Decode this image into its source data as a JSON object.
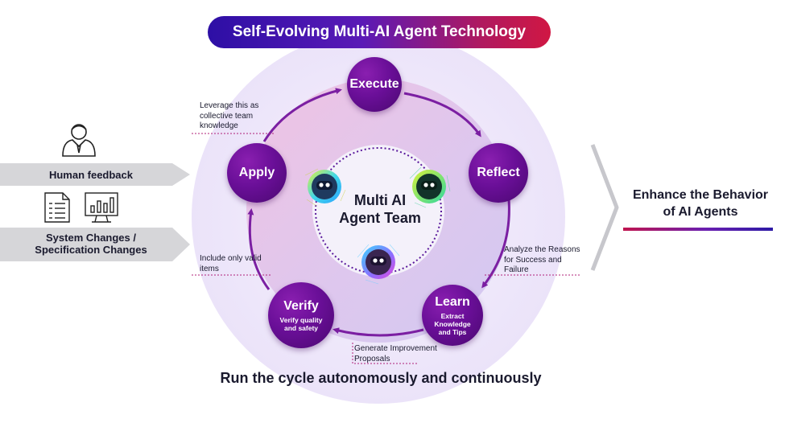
{
  "title": "Self-Evolving Multi-AI Agent Technology",
  "center_label_line1": "Multi AI",
  "center_label_line2": "Agent Team",
  "nodes": {
    "execute": {
      "label": "Execute"
    },
    "reflect": {
      "label": "Reflect"
    },
    "learn": {
      "label": "Learn",
      "sub": "Extract Knowledge and Tips"
    },
    "verify": {
      "label": "Verify",
      "sub": "Verify quality and safety"
    },
    "apply": {
      "label": "Apply"
    }
  },
  "annotations": {
    "apply_note": "Leverage this as collective team knowledge",
    "reflect_note": "Analyze the Reasons for Success and Failure",
    "learn_note": "Generate Improvement Proposals",
    "verify_note": "Include only valid items"
  },
  "inputs": {
    "human_feedback": "Human feedback",
    "system_changes_line1": "System Changes /",
    "system_changes_line2": "Specification Changes"
  },
  "outcome_line1": "Enhance the Behavior",
  "outcome_line2": "of AI Agents",
  "footer": "Run the cycle autonomously and continuously",
  "colors": {
    "node_purple": "#6a0f98",
    "cycle_arrow": "#7b1fa2",
    "outer_circle": "#efe8fb",
    "inner_circle": "#e2c6e8",
    "title_start": "#2d0fa5",
    "title_end": "#d01743",
    "input_bar": "#d6d6d9"
  },
  "icons": [
    "person-icon",
    "document-icon",
    "monitor-chart-icon",
    "robot-avatar-icon",
    "chevron-right-icon"
  ]
}
